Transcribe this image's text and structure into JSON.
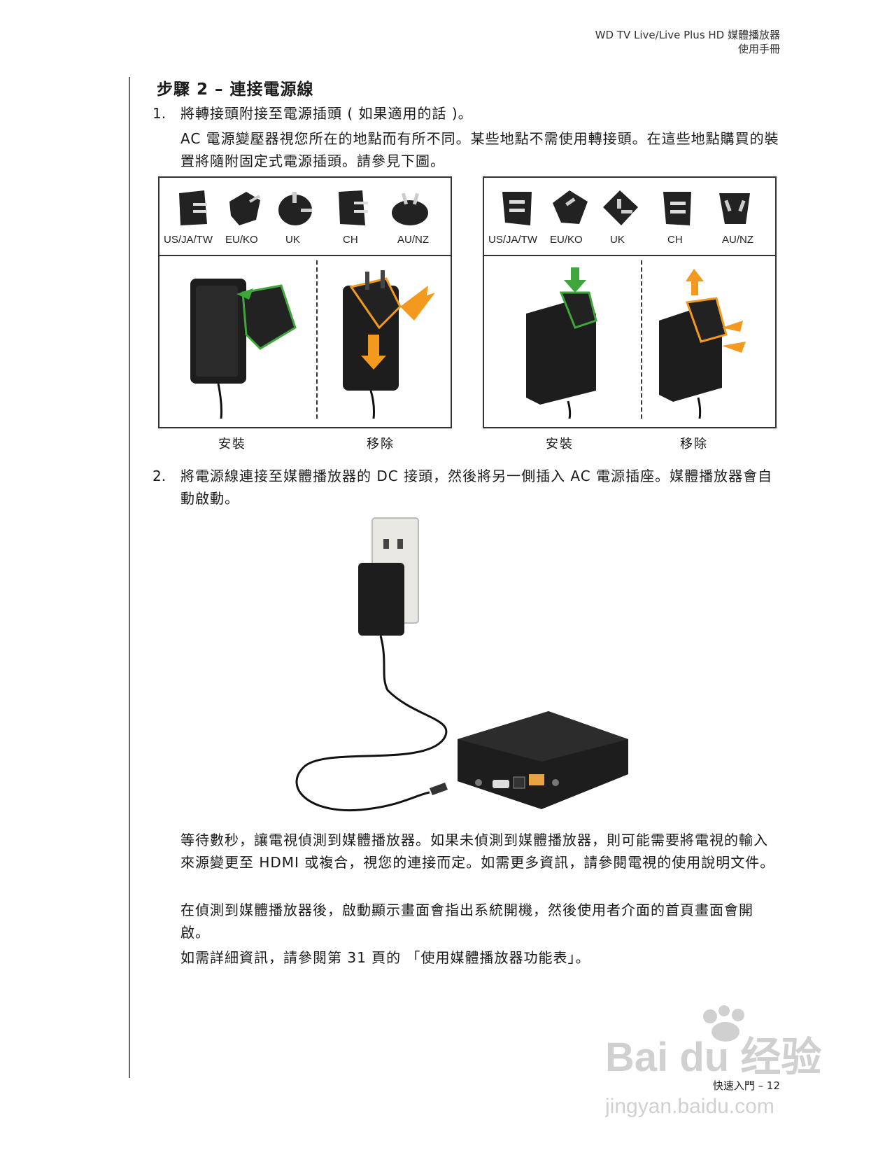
{
  "header": {
    "line1": "WD TV Live/Live Plus HD 媒體播放器",
    "line2": "使用手冊"
  },
  "section_title": "步驟 2 – 連接電源線",
  "step1": {
    "number": "1.",
    "text": "將轉接頭附接至電源插頭 ( 如果適用的話 )。",
    "detail": "AC 電源變壓器視您所在的地點而有所不同。某些地點不需使用轉接頭。在這些地點購買的裝置將隨附固定式電源插頭。請參見下圖。"
  },
  "plug_labels": [
    "US/JA/TW",
    "EU/KO",
    "UK",
    "CH",
    "AU/NZ"
  ],
  "panel_captions": {
    "left_install": "安裝",
    "left_remove": "移除",
    "right_install": "安裝",
    "right_remove": "移除"
  },
  "step2": {
    "number": "2.",
    "text": "將電源線連接至媒體播放器的 DC 接頭，然後將另一側插入 AC 電源插座。媒體播放器會自動啟動。"
  },
  "paragraphs": [
    "等待數秒，讓電視偵測到媒體播放器。如果未偵測到媒體播放器，則可能需要將電視的輸入來源變更至 HDMI 或複合，視您的連接而定。如需更多資訊，請參閱電視的使用說明文件。",
    "在偵測到媒體播放器後，啟動顯示畫面會指出系統開機，然後使用者介面的首頁畫面會開啟。",
    "如需詳細資訊，請參閱第 31 頁的 「使用媒體播放器功能表」。"
  ],
  "footer": "快速入門 – 12",
  "watermark": {
    "brand": "Bai du 经验",
    "url": "jingyan.baidu.com"
  },
  "colors": {
    "accent_green": "#3ea63a",
    "accent_orange": "#f39a1e",
    "device": "#1d1d1d"
  }
}
